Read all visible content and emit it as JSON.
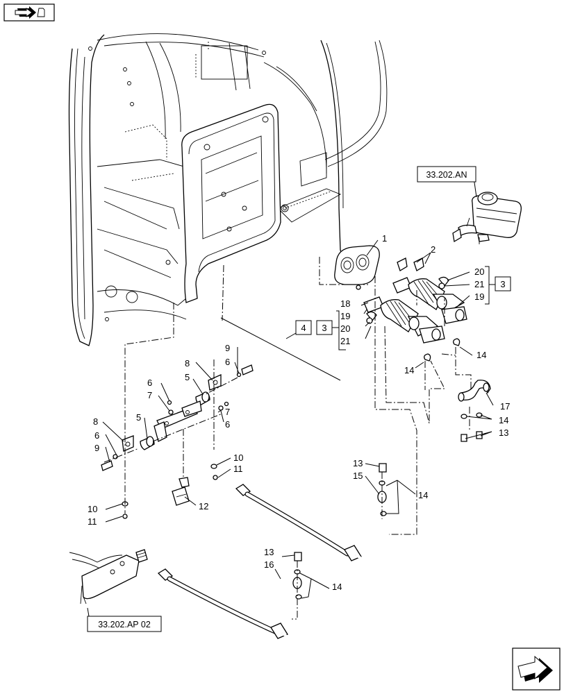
{
  "references": {
    "top_ref": "33.202.AN",
    "bottom_ref": "33.202.AP 02"
  },
  "boxed_callouts": {
    "assembly_3_right": "3",
    "assembly_3_left": "3",
    "assembly_4": "4"
  },
  "callouts": {
    "c1": "1",
    "c2": "2",
    "c20a": "20",
    "c21a": "21",
    "c19a": "19",
    "c18": "18",
    "c19b": "19",
    "c20b": "20",
    "c21b": "21",
    "c14a": "14",
    "c14b": "14",
    "c17": "17",
    "c14c": "14",
    "c13a": "13",
    "c9a": "9",
    "c6a": "6",
    "c8a": "8",
    "c5a": "5",
    "c6b": "6",
    "c7a": "7",
    "c7b": "7",
    "c6c": "6",
    "c8b": "8",
    "c5b": "5",
    "c6d": "6",
    "c9b": "9",
    "c10a": "10",
    "c11a": "11",
    "c12": "12",
    "c10b": "10",
    "c11b": "11",
    "c13b": "13",
    "c15": "15",
    "c14d": "14",
    "c13c": "13",
    "c16": "16",
    "c14e": "14"
  },
  "icons": {
    "top_left": "previous-page-arrow-icon",
    "bottom_right": "next-page-arrow-icon"
  }
}
